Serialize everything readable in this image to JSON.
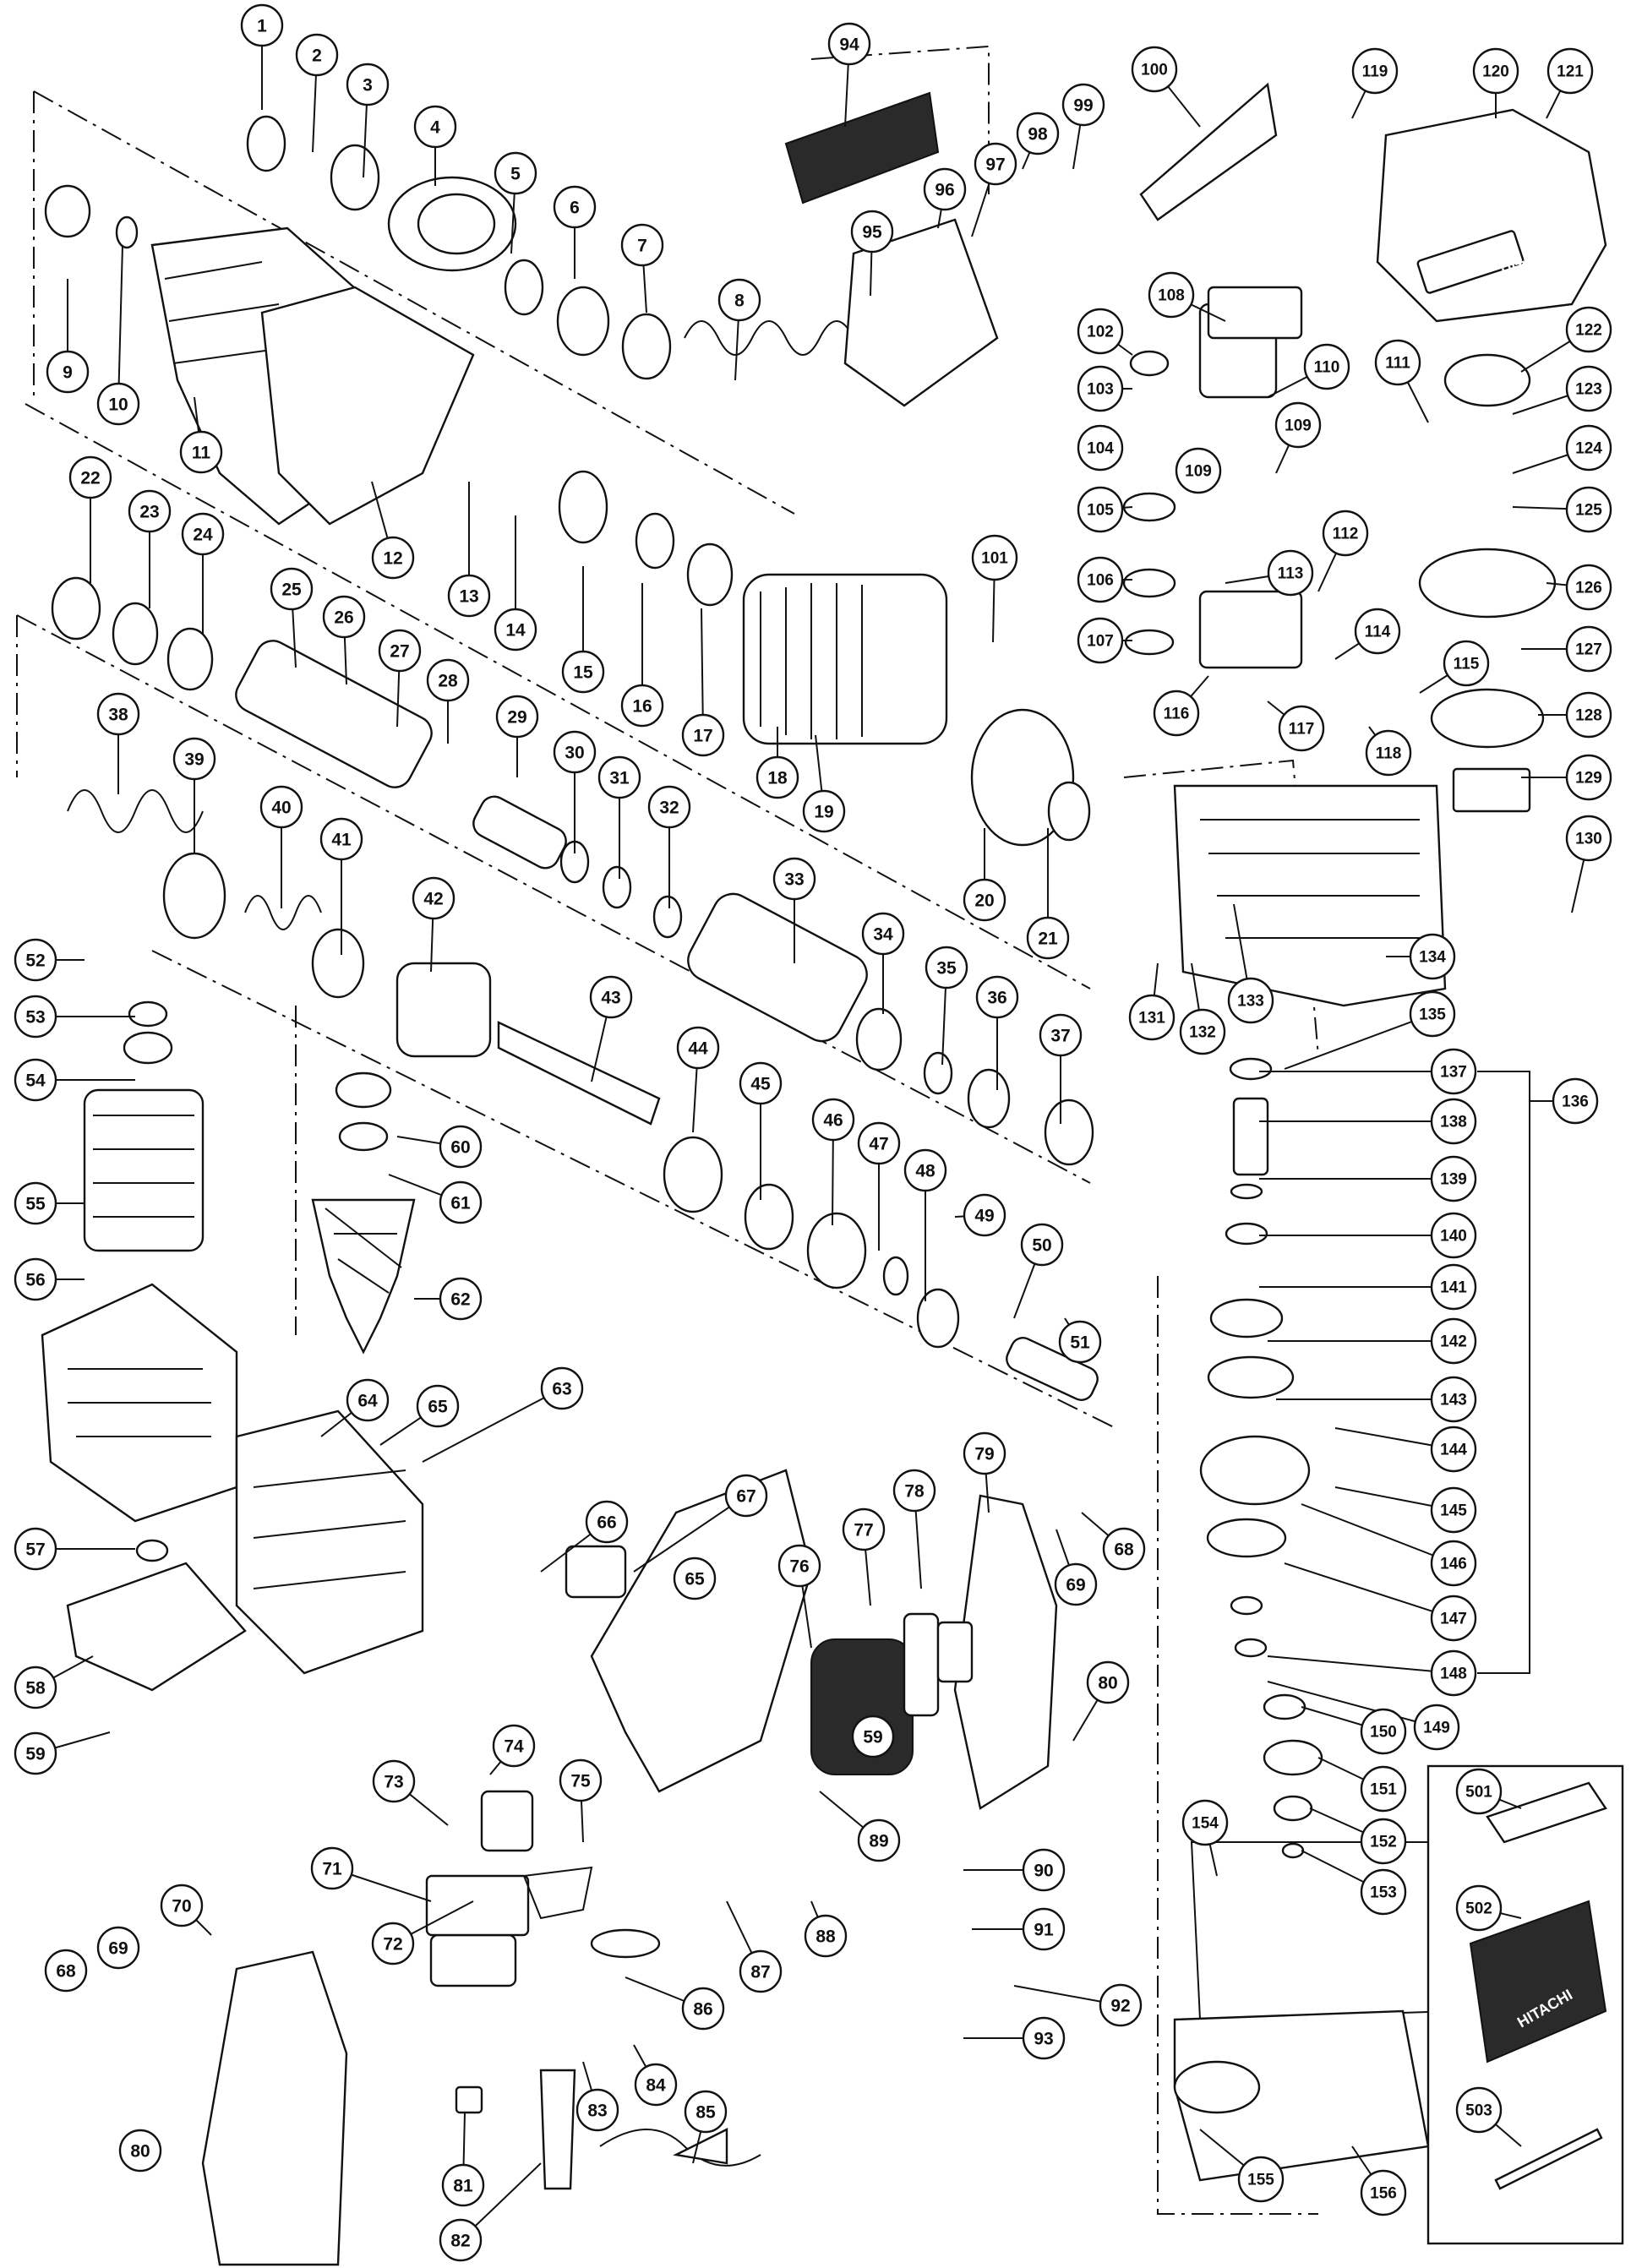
{
  "brand_stamp": "HITACHI",
  "colors": {
    "ink": "#111111",
    "paper": "#ffffff",
    "shade": "#2a2a2a"
  },
  "callouts": [
    "1",
    "2",
    "3",
    "4",
    "5",
    "6",
    "7",
    "8",
    "9",
    "10",
    "11",
    "12",
    "13",
    "14",
    "15",
    "16",
    "17",
    "18",
    "19",
    "20",
    "21",
    "22",
    "23",
    "24",
    "25",
    "26",
    "27",
    "28",
    "29",
    "30",
    "31",
    "32",
    "33",
    "34",
    "35",
    "36",
    "37",
    "38",
    "39",
    "40",
    "41",
    "42",
    "43",
    "44",
    "45",
    "46",
    "47",
    "48",
    "49",
    "50",
    "51",
    "52",
    "53",
    "54",
    "55",
    "56",
    "57",
    "58",
    "59",
    "59b",
    "60",
    "61",
    "62",
    "63",
    "64",
    "65",
    "65b",
    "66",
    "67",
    "68",
    "68b",
    "69",
    "69b",
    "70",
    "71",
    "72",
    "73",
    "74",
    "75",
    "76",
    "77",
    "78",
    "79",
    "80",
    "80b",
    "81",
    "82",
    "83",
    "84",
    "85",
    "86",
    "87",
    "88",
    "89",
    "90",
    "91",
    "92",
    "93",
    "94",
    "95",
    "96",
    "97",
    "98",
    "99",
    "100",
    "101",
    "102",
    "103",
    "104",
    "105",
    "106",
    "107",
    "108",
    "109",
    "109b",
    "110",
    "111",
    "112",
    "113",
    "114",
    "115",
    "116",
    "117",
    "118",
    "119",
    "120",
    "121",
    "122",
    "123",
    "124",
    "125",
    "126",
    "127",
    "128",
    "129",
    "130",
    "131",
    "132",
    "133",
    "134",
    "135",
    "136",
    "137",
    "138",
    "139",
    "140",
    "141",
    "142",
    "143",
    "144",
    "145",
    "146",
    "147",
    "148",
    "149",
    "150",
    "151",
    "152",
    "153",
    "154",
    "155",
    "156",
    "501",
    "502",
    "503"
  ]
}
